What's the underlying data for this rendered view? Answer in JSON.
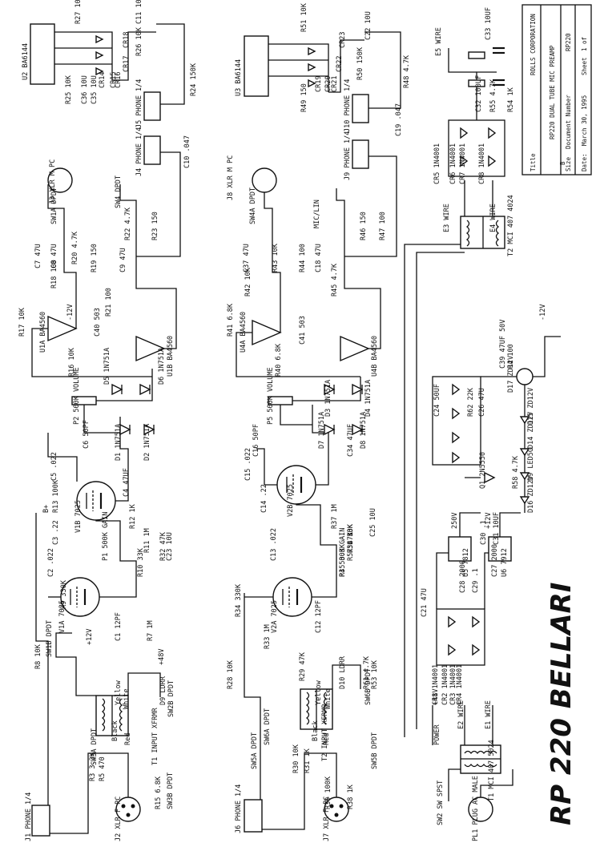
{
  "title_block": {
    "company": "ROLLS CORPORATION",
    "title_label": "Title",
    "title": "RP220 DUAL TUBE MIC PREAMP",
    "size_label": "Size",
    "size": "B",
    "doc_label": "Document Number",
    "doc_number": "RP220",
    "date_label": "Date:",
    "date": "March 30, 1995",
    "sheet_label": "Sheet",
    "sheet": "1 of"
  },
  "big_title": "RP 220 BELLARI",
  "channel1": {
    "jacks": [
      "J1 PHONE 1/4",
      "J2 XLR F PC",
      "J3 XLR M PC",
      "J4 PHONE 1/4",
      "J5 PHONE 1/4"
    ],
    "tubes": [
      "V1A 7025",
      "V1B 7025"
    ],
    "opamps": [
      "U1A BA4560",
      "U1B BA4560",
      "U2 BA6144"
    ],
    "resistors": [
      "R3 3.3K",
      "R5 470",
      "R7 1M",
      "R8 10K",
      "R9 330K",
      "R10 33K",
      "R11 1M",
      "R12 1K",
      "R13 100K",
      "R15 6.8K",
      "R16 10K",
      "R17 10K",
      "R18 100",
      "R19 150",
      "R20 4.7K",
      "R21 100",
      "R22 4.7K",
      "R23 150",
      "R24 150K",
      "R25 10K",
      "R26 10K",
      "R27 10K",
      "R32 47K"
    ],
    "caps": [
      "C1 12PF",
      "C2 .022",
      "C3 .22",
      "C4 47UF",
      "C5 .022",
      "C6 50PF",
      "C7 47U",
      "C8 47U",
      "C9 47U",
      "C10 .047",
      "C11 10U",
      "C23 10U",
      "C35 10U",
      "C36 10U",
      "C40 503"
    ],
    "diodes": [
      "D1 1N751A",
      "D2 1N751A",
      "D5 1N751A",
      "D6 1N751A",
      "D9 LDRR",
      "CR14",
      "CR15",
      "CR16",
      "CR17",
      "CR18"
    ],
    "switches": [
      "SW1A DPDT",
      "SW1B DPDT",
      "SW2B DPDT",
      "SW3A DPDT",
      "SW3B DPDT",
      "SW4 DPDT"
    ],
    "controls": [
      "P1 500K GAIN",
      "P2 500K VOLUME"
    ],
    "transformer": [
      "T1 INPUT XFRMR",
      "Yellow",
      "White",
      "Black",
      "Red"
    ],
    "supply": [
      "+12V",
      "-12V",
      "+48V",
      "B+"
    ]
  },
  "channel2": {
    "jacks": [
      "J6 PHONE 1/4",
      "J7 XLR F PC",
      "J8 XLR M PC",
      "J9 PHONE 1/4",
      "J10 PHONE 1/4"
    ],
    "tubes": [
      "V2A 7025",
      "V2B 7025"
    ],
    "opamps": [
      "U4A BA4560",
      "U4B BA4560",
      "U3 BA6144"
    ],
    "resistors": [
      "R28 10K",
      "R29 47K",
      "R30 10K",
      "R31 1K",
      "R33 1M",
      "R34 330K",
      "R35 3.3K",
      "R36 33K",
      "R37 1M",
      "R38 1K",
      "R39 100K",
      "R40 6.8K",
      "R41 6.8K",
      "R42 10K",
      "R43 10K",
      "R44 100",
      "R45 4.7K",
      "R46 150",
      "R47 100",
      "R48 4.7K",
      "R49 150",
      "R50 150K",
      "R51 10K",
      "R52 10K",
      "R53 10K",
      "R57 47K",
      "R61 4.7K"
    ],
    "caps": [
      "C12 12PF",
      "C13 .022",
      "C14 .22",
      "C15 .022",
      "C16 50PF",
      "C18 47U",
      "C19 .047",
      "C22 10U",
      "C25 10U",
      "C34 47UF",
      "C37 47U",
      "C41 503"
    ],
    "diodes": [
      "D3 1N751A",
      "D4 1N751A",
      "D7 1N751A",
      "D8 1N751A",
      "D10 LDRR",
      "CR19",
      "CR20",
      "CR21",
      "CR22",
      "CR23"
    ],
    "switches": [
      "SW5A DPDT",
      "SW5B DPDT",
      "SW6A DPDT",
      "SW6B DPDT",
      "SW4A DPDT",
      "MIC/LIN"
    ],
    "controls": [
      "P4 500K GAIN",
      "P5 500K VOLUME"
    ],
    "transformer": [
      "T2 INPUT XFRMR",
      "Yellow",
      "White",
      "Black",
      "Red"
    ]
  },
  "power": {
    "regulators": [
      "U5 7812",
      "U6 7912"
    ],
    "transformers": [
      "T1 MCI 407 5024",
      "T2 MCI 407 4024"
    ],
    "items": [
      "CR1 1N4001",
      "CR2 1N4001",
      "CR3 1N4001",
      "CR4 1N4001",
      "CR5 1N4001",
      "CR6 1N4001",
      "CR7 1N4001",
      "CR8 1N4001",
      "C21 47U",
      "C24 50UF",
      "C26 47U",
      "C27 2000",
      "C28 2000",
      "C29 .1",
      "C30 .1",
      "C31 10UF",
      "C32 100UF",
      "C33 10UF",
      "C39 47UF 50V",
      "R4 100",
      "R54 1K",
      "R55 4.7K",
      "R58 4.7K",
      "R62 22K",
      "D9 LED5G",
      "D14 ZD12V",
      "D15 ZD12V",
      "D16 ZD12V",
      "D17 ZD12V",
      "Q1 2N5550",
      "POWER",
      "E1 WIRE",
      "E2 WIRE",
      "E3 WIRE",
      "E4 WIRE",
      "E5 WIRE",
      "250V",
      "+12V",
      "-12V",
      "+48V"
    ],
    "mains": [
      "PL1 PLUG AC MALE",
      "SW2 SW SPST"
    ]
  }
}
